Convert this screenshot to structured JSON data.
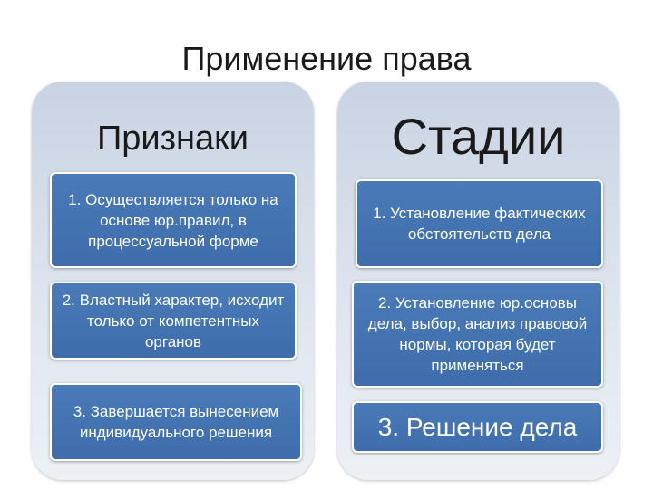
{
  "title": "Применение права",
  "left": {
    "heading": "Признаки",
    "items": [
      "1. Осуществляется только на основе юр.правил, в процессуальной форме",
      "2. Властный характер, исходит только от компетентных органов",
      "3. Завершается вынесением индивидуального решения"
    ]
  },
  "right": {
    "heading": "Стадии",
    "items": [
      "1. Установление фактических обстоятельств дела",
      "2. Установление юр.основы дела, выбор, анализ правовой нормы, которая будет применяться",
      "3. Решение дела"
    ]
  },
  "colors": {
    "box": "#4a7ab8",
    "panel": "#d6dde9",
    "text": "#1a1a1a"
  }
}
